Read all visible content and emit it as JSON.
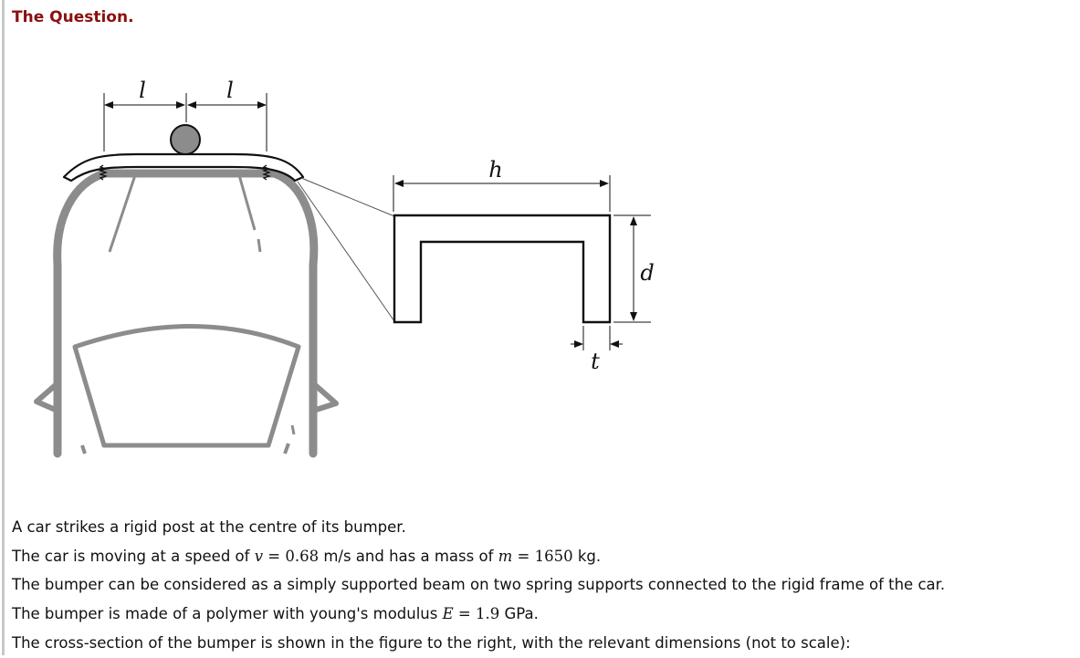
{
  "header": {
    "title": "The Question."
  },
  "figure": {
    "labels": {
      "span_left": "l",
      "span_right": "l",
      "width": "h",
      "depth": "d",
      "thickness": "t"
    }
  },
  "text": {
    "line1": "A car strikes a rigid post at the centre of its bumper.",
    "line2": {
      "prefix": "The car is moving at a speed of ",
      "v_var": "v",
      "v_eq": " = 0.68",
      "v_unit": " m/s and has a mass of ",
      "m_var": "m",
      "m_eq": " = 1650",
      "m_unit": " kg."
    },
    "line3": "The bumper can be considered as a simply supported beam on two spring supports connected to the rigid frame of the car.",
    "line4": {
      "prefix": "The bumper is made of a polymer with young's modulus ",
      "e_var": "E",
      "e_eq": " = 1.9",
      "e_unit": " GPa."
    },
    "line5": "The cross-section of the bumper is shown in the figure to the right, with the relevant dimensions (not to scale):"
  }
}
